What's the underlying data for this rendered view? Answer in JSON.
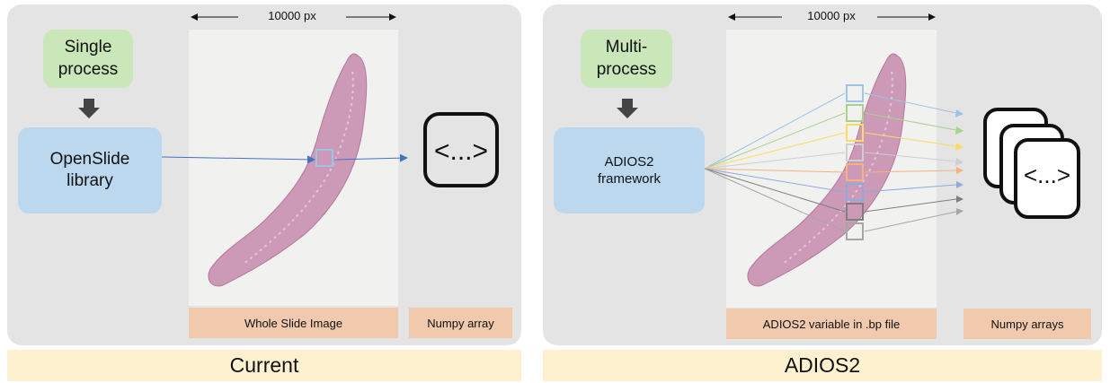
{
  "left": {
    "footer": "Current",
    "process": {
      "line1": "Single",
      "line2": "process"
    },
    "library": {
      "line1": "OpenSlide",
      "line2": "library"
    },
    "width_label": "10000 px",
    "slide_label": "Whole Slide Image",
    "array_label": "Numpy array",
    "array_icon_text": "<...>"
  },
  "right": {
    "footer": "ADIOS2",
    "process": {
      "line1": "Multi-",
      "line2": "process"
    },
    "library": {
      "line1": "ADIOS2",
      "line2": "framework"
    },
    "width_label": "10000 px",
    "slide_label": "ADIOS2 variable in .bp file",
    "array_label": "Numpy arrays",
    "array_icon_text": "<...>"
  },
  "colors": {
    "panel": "#e4e4e4",
    "footer": "#fdf1cf",
    "process_box": "#c9e7b8",
    "library_box": "#bcd8ef",
    "caption_box": "#f1c9ad",
    "tissue": "#c890b2",
    "chunk_colors": [
      "#9dc3e6",
      "#a9d18e",
      "#ffd966",
      "#d0cece",
      "#f4b183",
      "#8faadc",
      "#7f7f7f",
      "#a6a6a6"
    ]
  }
}
